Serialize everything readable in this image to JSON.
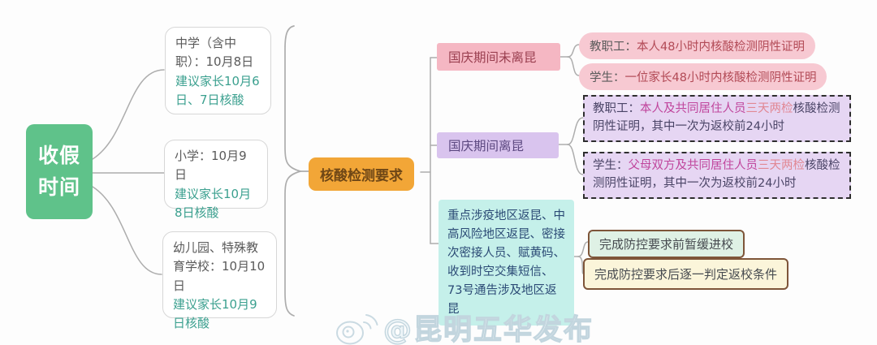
{
  "root": {
    "label": "收假时间"
  },
  "left_branches": [
    {
      "main": "中学（含中职）：10月8日",
      "suggestion": "建议家长10月6日、7日核酸"
    },
    {
      "main": "小学：10月9日",
      "suggestion": "建议家长10月8日核酸"
    },
    {
      "main": "幼儿园、特殊教育学校：10月10日",
      "suggestion": "建议家长10月9日核酸"
    }
  ],
  "center": {
    "label": "核酸检测要求"
  },
  "groups": [
    {
      "label": "国庆期间未离昆",
      "items": [
        {
          "role": "教职工：",
          "detail": "本人48小时内核酸检测阴性证明"
        },
        {
          "role": "学生：",
          "detail": "一位家长48小时内核酸检测阴性证明"
        }
      ]
    },
    {
      "label": "国庆期间离昆",
      "items": [
        {
          "role": "教职工：",
          "scope": "本人及共同居住人员",
          "frequency": "三天两检",
          "detail": "核酸检测阴性证明，其中一次为返校前24小时"
        },
        {
          "role": "学生：",
          "scope": "父母双方及共同居住人员",
          "frequency": "三天两检",
          "detail": "核酸检测阴性证明，其中一次为返校前24小时"
        }
      ]
    },
    {
      "label": "重点涉疫地区返昆、中高风险地区返昆、密接次密接人员、赋黄码、收到时空交集短信、73号通告涉及地区返昆",
      "items": [
        {
          "detail": "完成防控要求前暂缓进校"
        },
        {
          "detail": "完成防控要求后逐一判定返校条件"
        }
      ]
    }
  ],
  "watermark": {
    "icon": "weibo-icon",
    "text": "@昆明五华发布"
  },
  "colors": {
    "root_green": "#5FC28A",
    "center_orange": "#F2A637",
    "pink_node": "#F5B7C3",
    "pink_pill": "#F7C9D2",
    "purple_node": "#D9C4EE",
    "purple_panel": "#E6D6F3",
    "cyan_panel": "#C5F0EA",
    "mint_panel": "#DFF1E5",
    "yellow_panel": "#FBF5DA",
    "brown_border": "#7E5539",
    "teal_text": "#3BA08F",
    "red_text": "#B24A56",
    "magenta_text": "#C0459C",
    "rose_text": "#E18894",
    "navy_text": "#2B4A75",
    "dark_text": "#5A5A5A",
    "connector_gray": "#ADADAD"
  }
}
